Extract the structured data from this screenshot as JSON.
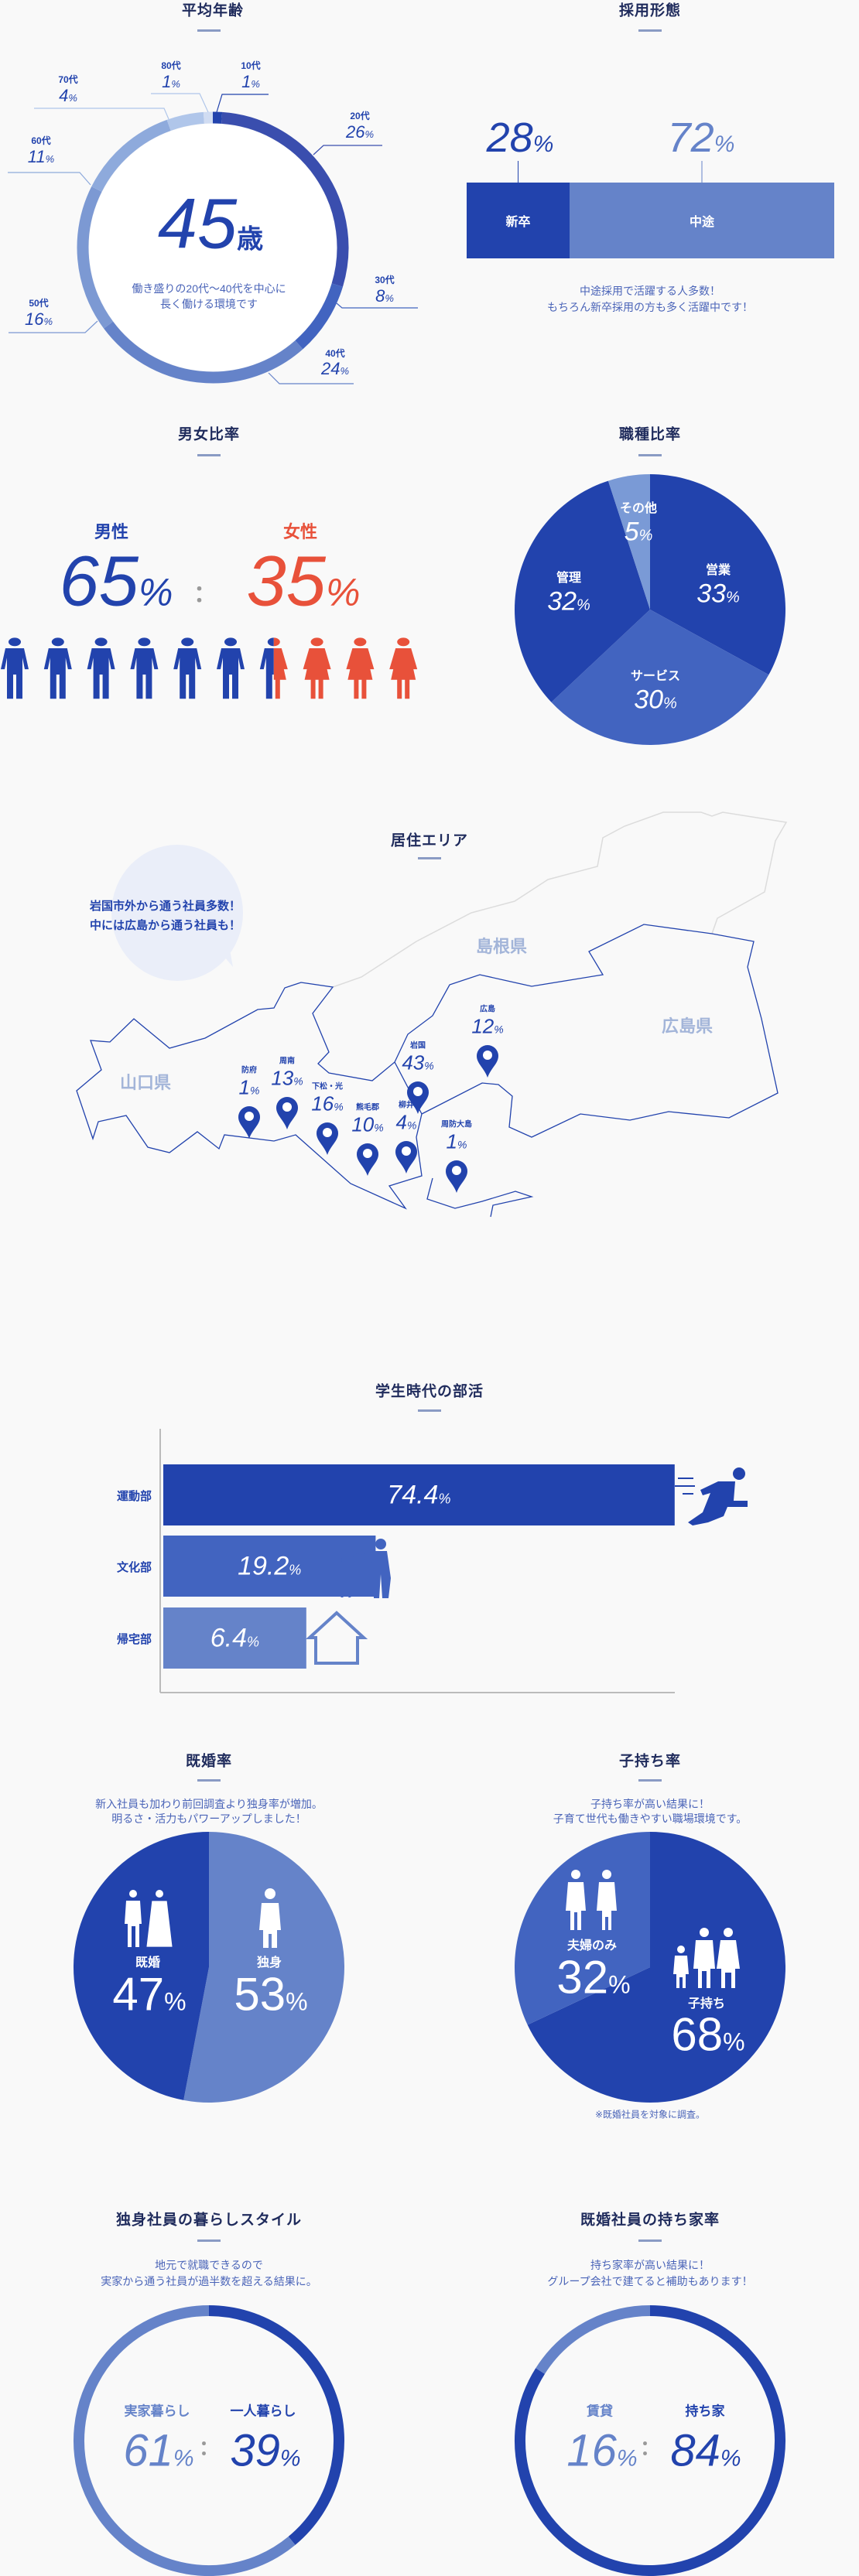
{
  "colors": {
    "dark": "#2243ad",
    "mid": "#4264c0",
    "light": "#6583c9",
    "pale": "#8eaadc",
    "female": "#e8513a",
    "title": "#1f2b5c",
    "bubble": "#eaeef9",
    "map_gray": "#dcdcdc"
  },
  "age": {
    "title": "平均年齢",
    "value": "45",
    "unit": "歳",
    "caption_1": "働き盛りの20代～40代を中心に",
    "caption_2": "長く働ける環境です"
  },
  "hiring": {
    "title": "採用形態",
    "caption_1": "中途採用で活躍する人多数！",
    "caption_2": "もちろん新卒採用の方も多く活躍中です！"
  },
  "gender": {
    "title": "男女比率",
    "colon": "：",
    "separator_icon": "colon-dots-icon"
  },
  "job": {
    "title": "職種比率"
  },
  "area": {
    "title": "居住エリア",
    "bubble_1": "岩国市外から通う社員多数！",
    "bubble_2": "中には広島から通う社員も！",
    "prefectures": [
      "島根県",
      "広島県",
      "山口県"
    ]
  },
  "clubs": {
    "title": "学生時代の部活"
  },
  "marriage": {
    "title": "既婚率",
    "caption_1": "新入社員も加わり前回調査より独身率が増加。",
    "caption_2": "明るさ・活力もパワーアップしました！"
  },
  "children": {
    "title": "子持ち率",
    "caption_1": "子持ち率が高い結果に！",
    "caption_2": "子育て世代も働きやすい職場環境です。",
    "note": "※既婚社員を対象に調査。"
  },
  "living": {
    "title": "独身社員の暮らしスタイル",
    "caption_1": "地元で就職できるので",
    "caption_2": "実家から通う社員が過半数を超える結果に。"
  },
  "home": {
    "title": "既婚社員の持ち家率",
    "caption_1": "持ち家率が高い結果に！",
    "caption_2": "グループ会社で建てると補助もあります！"
  },
  "chart_data": [
    {
      "type": "donut",
      "unit": "%",
      "slices": [
        {
          "label": "10代",
          "value": 1,
          "color": "#2243ad"
        },
        {
          "label": "20代",
          "value": 26,
          "color": "#3a4eae"
        },
        {
          "label": "30代",
          "value": 8,
          "color": "#4264c0"
        },
        {
          "label": "40代",
          "value": 24,
          "color": "#6583c9"
        },
        {
          "label": "50代",
          "value": 16,
          "color": "#7c99d3"
        },
        {
          "label": "60代",
          "value": 11,
          "color": "#8eaadc"
        },
        {
          "label": "70代",
          "value": 4,
          "color": "#b0c6ea"
        },
        {
          "label": "80代",
          "value": 1,
          "color": "#d0dcf2"
        }
      ]
    },
    {
      "type": "bar",
      "stacked": true,
      "unit": "%",
      "slices": [
        {
          "label": "新卒",
          "value": 28,
          "color": "#2243ad"
        },
        {
          "label": "中途",
          "value": 72,
          "color": "#6583c9"
        }
      ]
    },
    {
      "type": "pictogram",
      "unit": "%",
      "slices": [
        {
          "label": "男性",
          "value": 65,
          "color": "#2243ad"
        },
        {
          "label": "女性",
          "value": 35,
          "color": "#e8513a"
        }
      ]
    },
    {
      "type": "pie",
      "unit": "%",
      "slices": [
        {
          "label": "営業",
          "value": 33,
          "color": "#2243ad"
        },
        {
          "label": "サービス",
          "value": 30,
          "color": "#4264c0"
        },
        {
          "label": "管理",
          "value": 32,
          "color": "#2243ad"
        },
        {
          "label": "その他",
          "value": 5,
          "color": "#7a9ad6"
        }
      ]
    },
    {
      "type": "map",
      "unit": "%",
      "slices": [
        {
          "label": "防府",
          "value": 1
        },
        {
          "label": "周南",
          "value": 13
        },
        {
          "label": "下松・光",
          "value": 16
        },
        {
          "label": "熊毛郡",
          "value": 10
        },
        {
          "label": "柳井",
          "value": 4
        },
        {
          "label": "岩国",
          "value": 43
        },
        {
          "label": "広島",
          "value": 12
        },
        {
          "label": "周防大島",
          "value": 1
        }
      ]
    },
    {
      "type": "bar",
      "orientation": "horizontal",
      "unit": "%",
      "slices": [
        {
          "label": "運動部",
          "value": 74.4,
          "color": "#2243ad",
          "icon": "runner-icon"
        },
        {
          "label": "文化部",
          "value": 19.2,
          "color": "#4264c0",
          "icon": "painter-icon"
        },
        {
          "label": "帰宅部",
          "value": 6.4,
          "color": "#6583c9",
          "icon": "house-icon"
        }
      ]
    },
    {
      "type": "pie",
      "unit": "%",
      "slices": [
        {
          "label": "独身",
          "value": 53,
          "color": "#6583c9"
        },
        {
          "label": "既婚",
          "value": 47,
          "color": "#2243ad"
        }
      ]
    },
    {
      "type": "pie",
      "unit": "%",
      "slices": [
        {
          "label": "子持ち",
          "value": 68,
          "color": "#2243ad"
        },
        {
          "label": "夫婦のみ",
          "value": 32,
          "color": "#4264c0"
        }
      ]
    },
    {
      "type": "donut",
      "unit": "%",
      "slices": [
        {
          "label": "一人暮らし",
          "value": 39,
          "color": "#2243ad"
        },
        {
          "label": "実家暮らし",
          "value": 61,
          "color": "#6583c9"
        }
      ]
    },
    {
      "type": "donut",
      "unit": "%",
      "slices": [
        {
          "label": "持ち家",
          "value": 84,
          "color": "#2243ad"
        },
        {
          "label": "賃貸",
          "value": 16,
          "color": "#6583c9"
        }
      ]
    }
  ]
}
